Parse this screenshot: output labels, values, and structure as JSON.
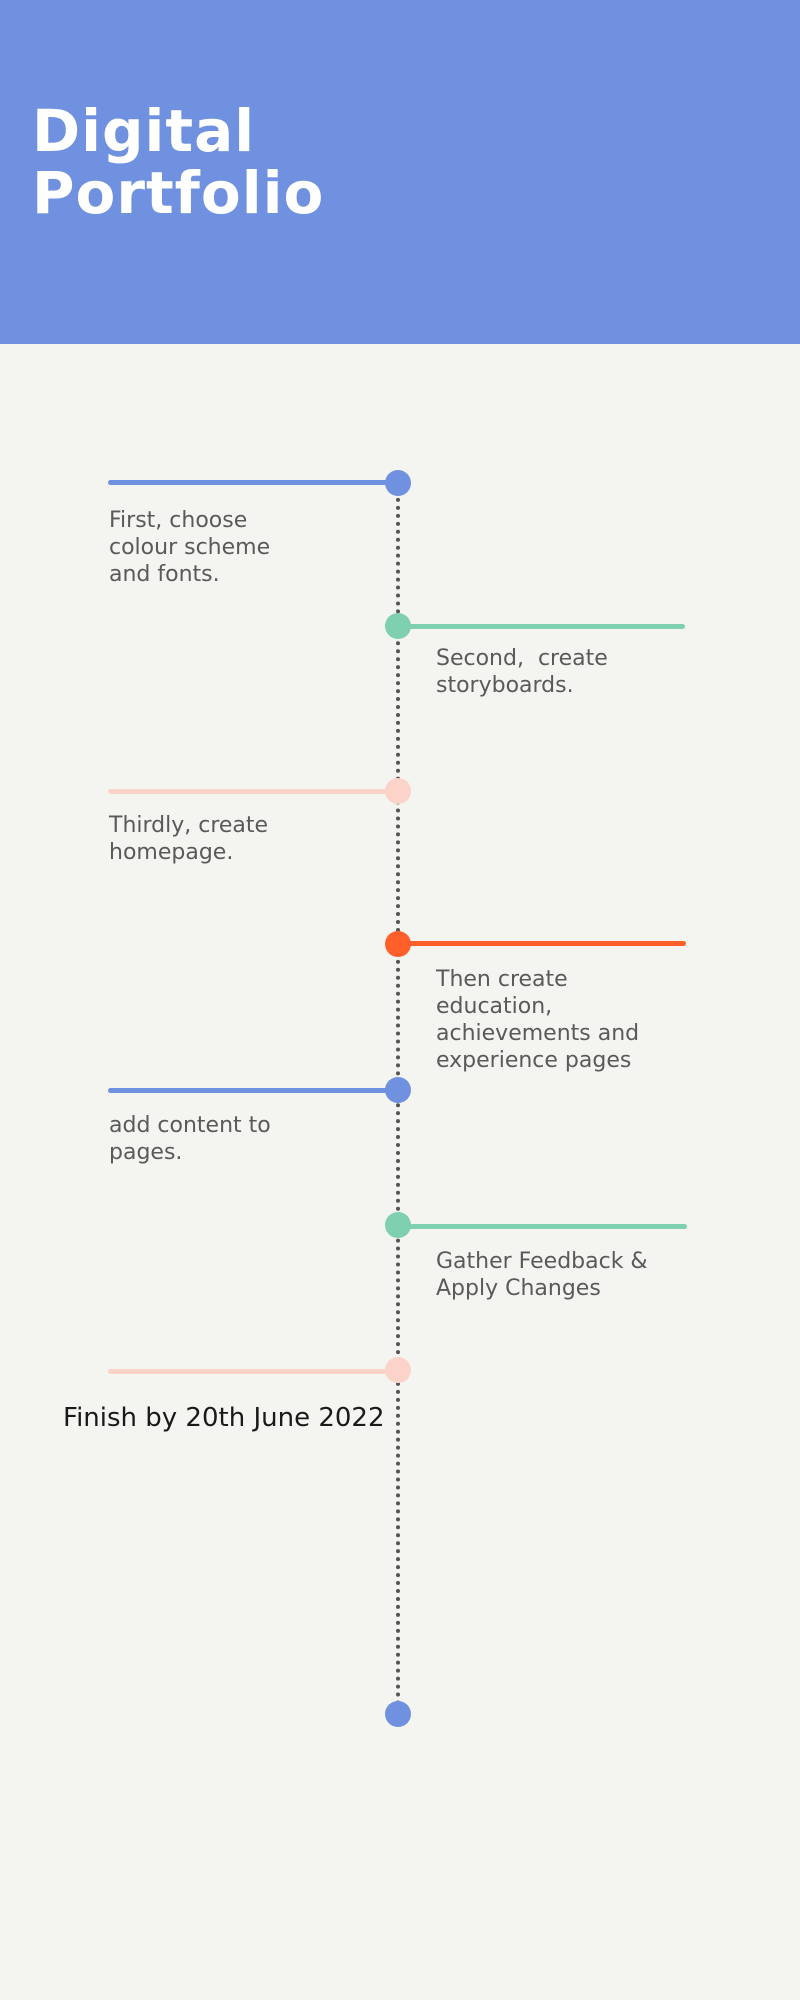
{
  "header": {
    "title_line1": "Digital",
    "title_line2": "Portfolio"
  },
  "colors": {
    "header_bg": "#6f91df",
    "page_bg": "#f4f4f0",
    "blue": "#6f91df",
    "green": "#7fcfb1",
    "peach": "#fcd3c8",
    "orange": "#ff5f2b",
    "spine": "#555555"
  },
  "steps": [
    {
      "side": "left",
      "color": "blue",
      "lines": [
        "First, choose",
        "colour scheme",
        "and fonts."
      ]
    },
    {
      "side": "right",
      "color": "green",
      "lines": [
        "Second,  create",
        "storyboards."
      ]
    },
    {
      "side": "left",
      "color": "peach",
      "lines": [
        "Thirdly, create",
        "homepage."
      ]
    },
    {
      "side": "right",
      "color": "orange",
      "lines": [
        "Then create",
        "education,",
        "achievements and",
        "experience pages"
      ]
    },
    {
      "side": "left",
      "color": "blue",
      "lines": [
        "add content to",
        "pages."
      ]
    },
    {
      "side": "right",
      "color": "green",
      "lines": [
        "Gather Feedback &",
        "Apply Changes"
      ]
    },
    {
      "side": "left",
      "color": "peach",
      "lines": [
        "Finish by 20th June 2022"
      ]
    }
  ],
  "end_marker": {
    "color": "blue"
  }
}
